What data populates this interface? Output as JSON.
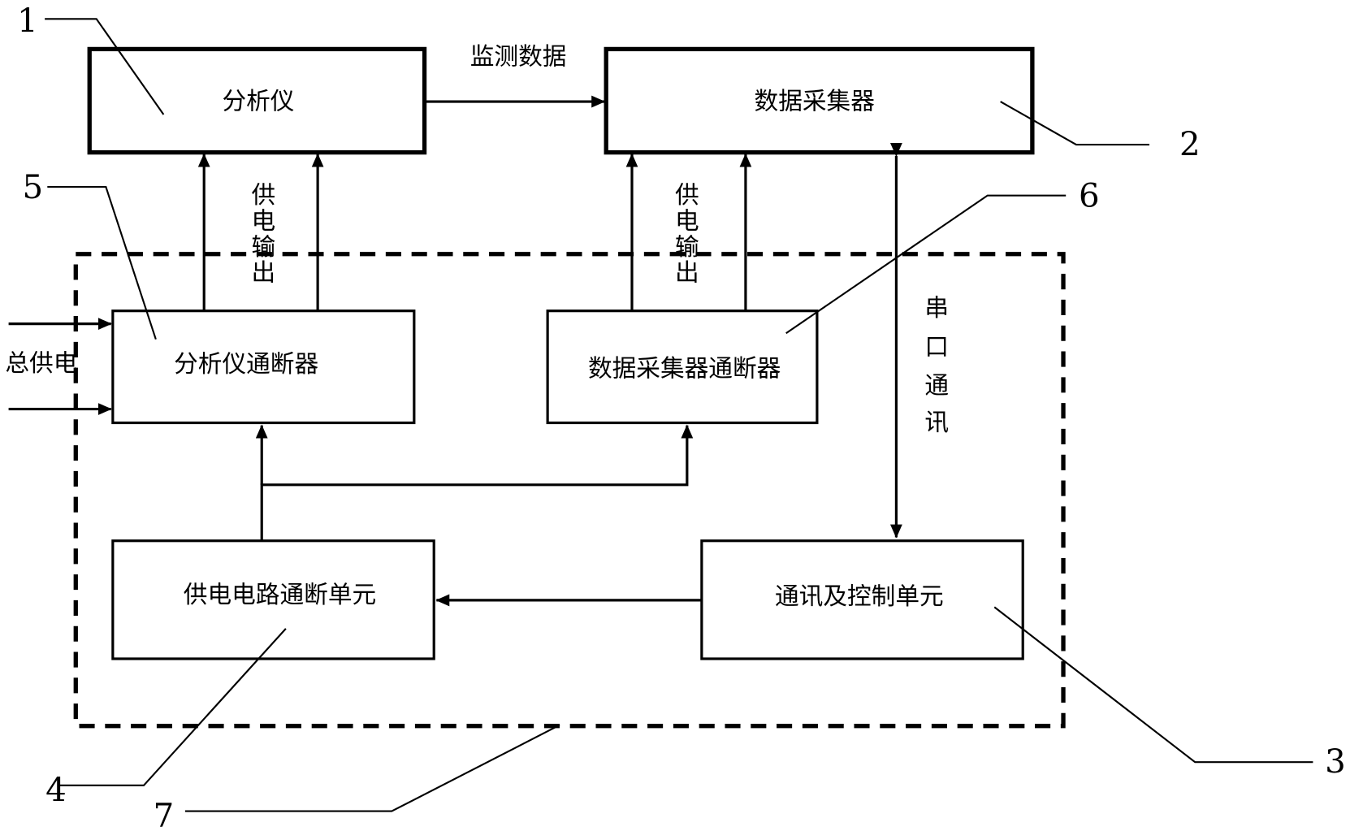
{
  "diagram": {
    "blocks": {
      "analyzer": "分析仪",
      "data_collector": "数据采集器",
      "analyzer_switch": "分析仪通断器",
      "collector_switch": "数据采集器通断器",
      "power_circuit_unit": "供电电路通断单元",
      "comm_control_unit": "通讯及控制单元"
    },
    "edge_labels": {
      "monitoring_data": "监测数据",
      "power_output_1": [
        "供",
        "电",
        "输",
        "出"
      ],
      "power_output_2": [
        "供",
        "电",
        "输",
        "出"
      ],
      "serial_comm": [
        "串",
        "口",
        "通",
        "讯"
      ],
      "main_power": "总供电"
    },
    "reference_numbers": {
      "n1": "1",
      "n2": "2",
      "n3": "3",
      "n4": "4",
      "n5": "5",
      "n6": "6",
      "n7": "7"
    }
  }
}
